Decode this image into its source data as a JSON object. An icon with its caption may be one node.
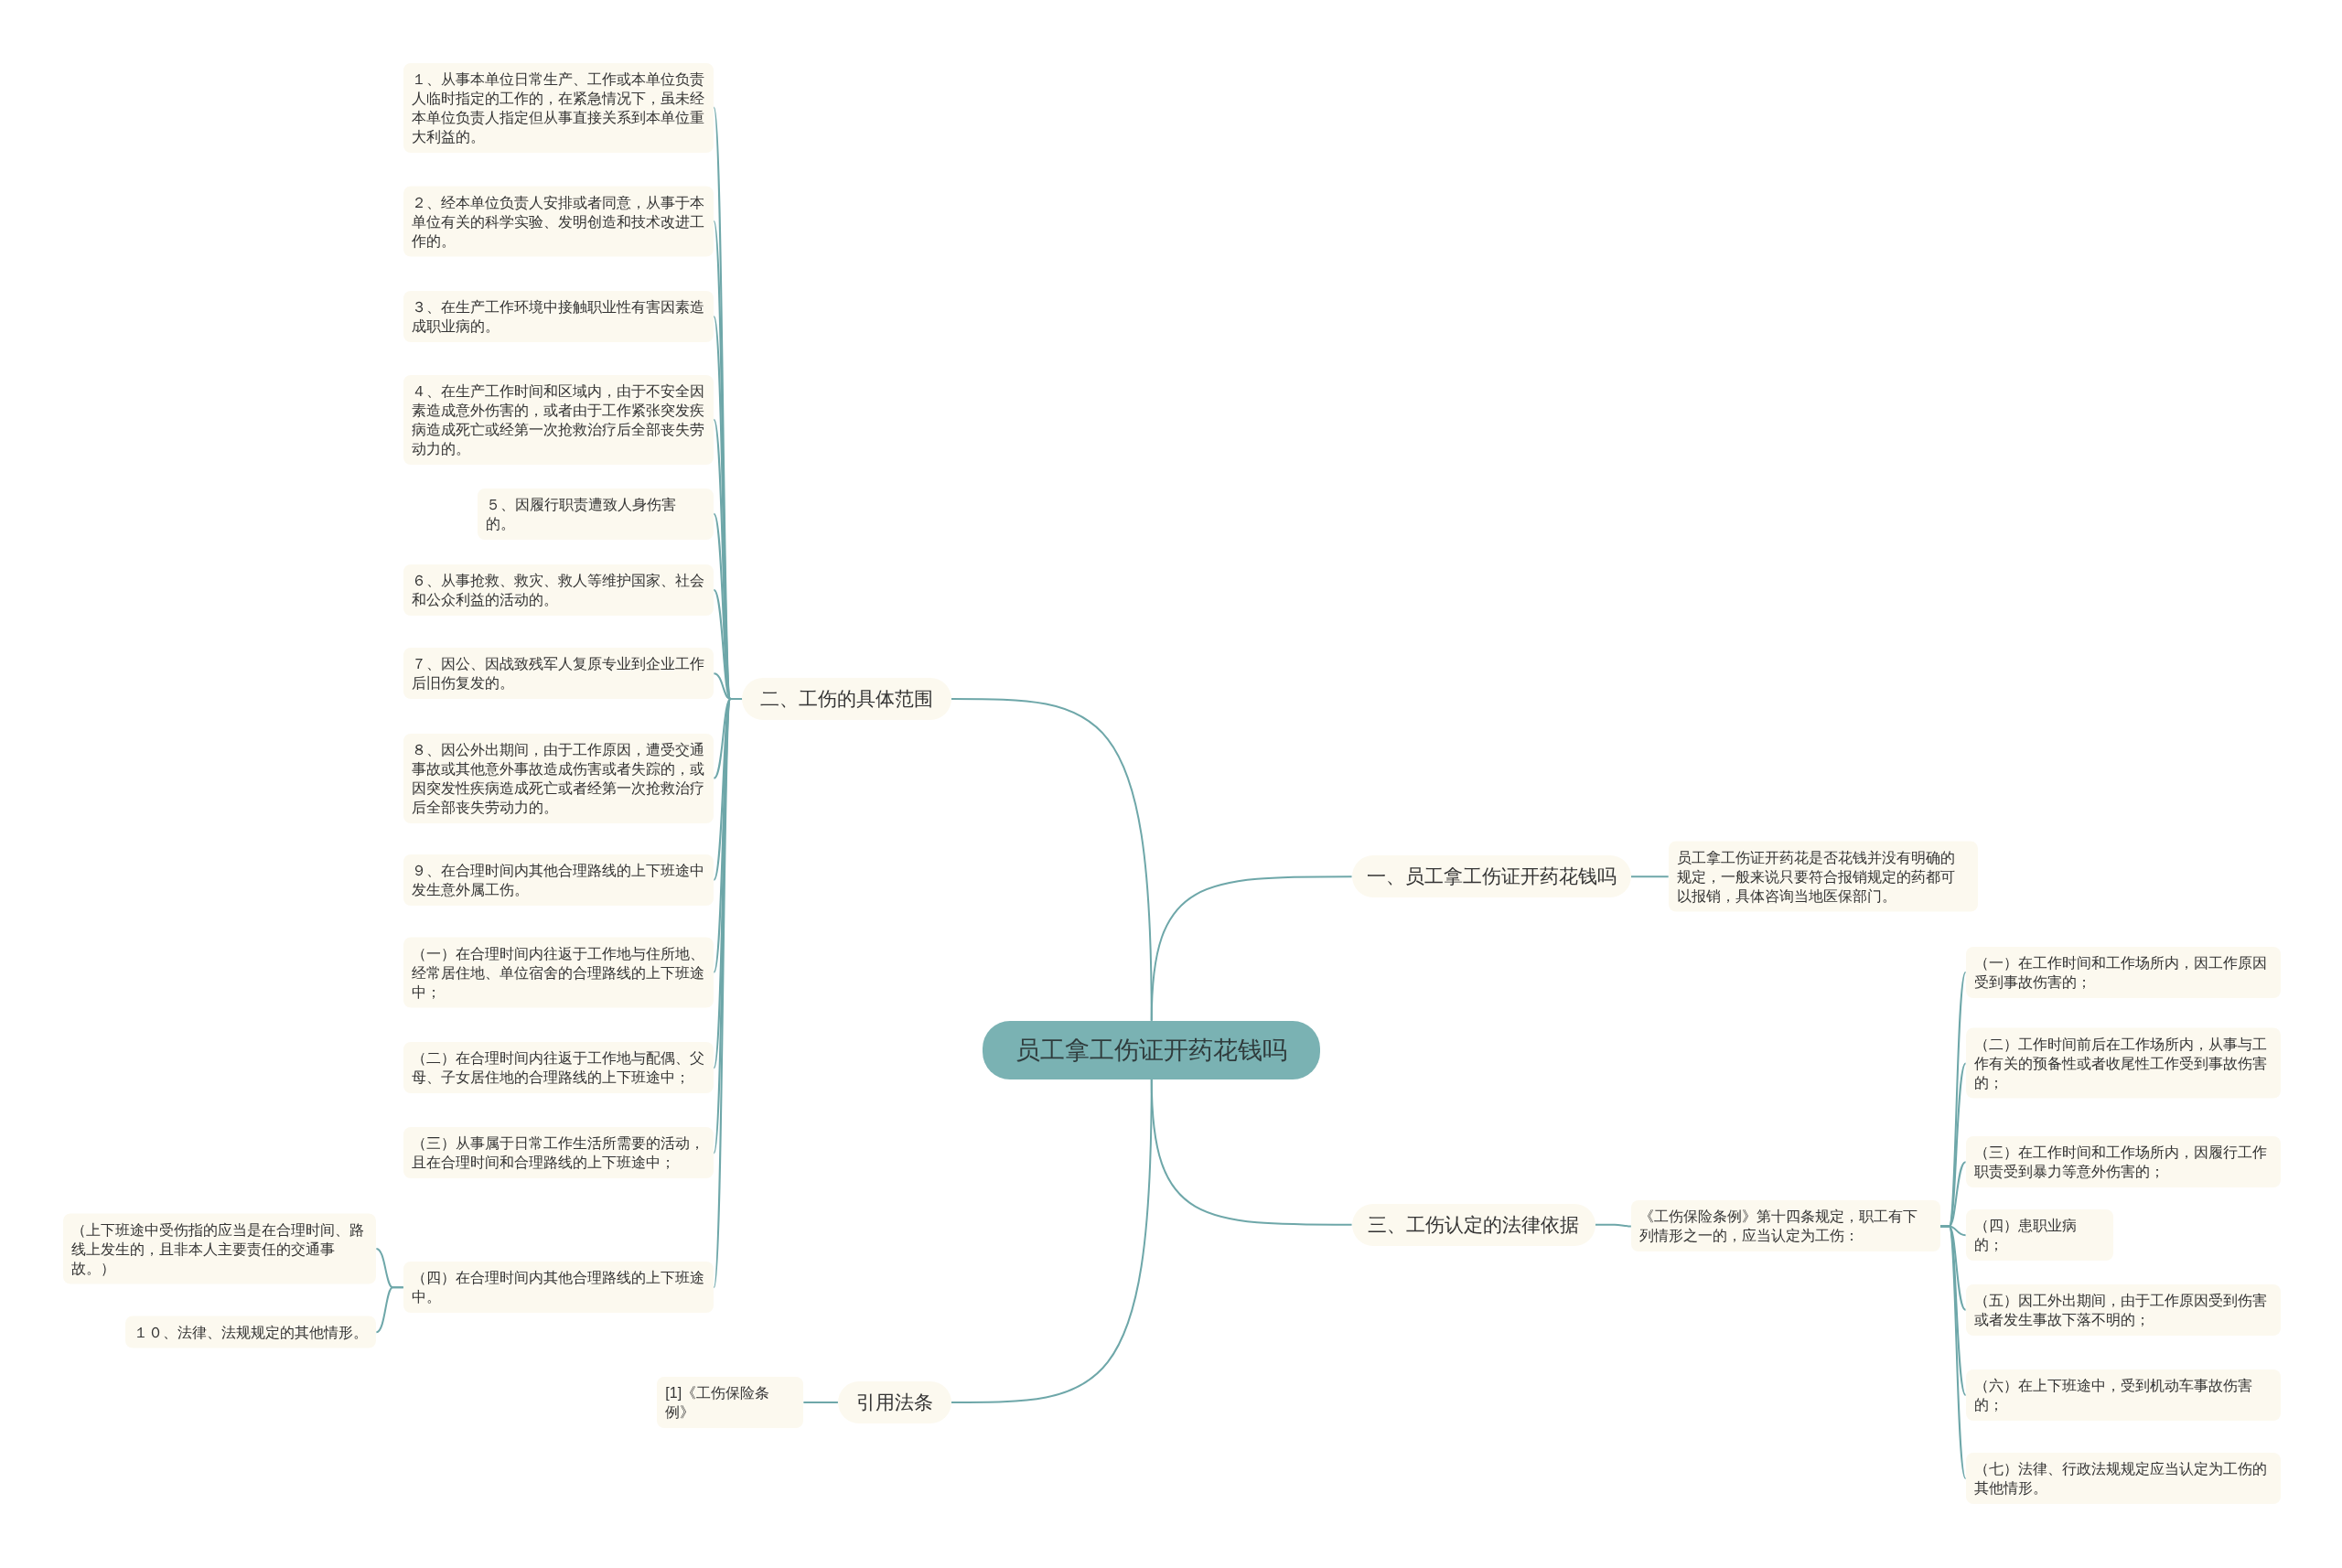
{
  "diagram": {
    "nodes": [
      {
        "text": [
          "员工拿工伤证开药花钱吗"
        ]
      },
      {
        "text": [
          "二、工伤的具体范围"
        ]
      },
      {
        "text": [
          "１、从事本单位日常生产、工作或本单位负责人临时指定的工作的，在紧急情况下，虽未经本单位负责人指定但从事直接关系到本单位重大利益的。"
        ]
      },
      {
        "text": [
          "２、经本单位负责人安排或者同意，从事于本单位有关的科学实验、发明创造和技术改进工作的。"
        ]
      },
      {
        "text": [
          "３、在生产工作环境中接触职业性有害因素造成职业病的。"
        ]
      },
      {
        "text": [
          "４、在生产工作时间和区域内，由于不安全因素造成意外伤害的，或者由于工作紧张突发疾病造成死亡或经第一次抢救治疗后全部丧失劳动力的。"
        ]
      },
      {
        "text": [
          "５、因履行职责遭致人身伤害的。"
        ]
      },
      {
        "text": [
          "６、从事抢救、救灾、救人等维护国家、社会和公众利益的活动的。"
        ]
      },
      {
        "text": [
          "７、因公、因战致残军人复原专业到企业工作后旧伤复发的。"
        ]
      },
      {
        "text": [
          "８、因公外出期间，由于工作原因，遭受交通事故或其他意外事故造成伤害或者失踪的，或因突发性疾病造成死亡或者经第一次抢救治疗后全部丧失劳动力的。"
        ]
      },
      {
        "text": [
          "９、在合理时间内其他合理路线的上下班途中发生意外属工伤。"
        ]
      },
      {
        "text": [
          "（一）在合理时间内往返于工作地与住所地、经常居住地、单位宿舍的合理路线的上下班途中；"
        ]
      },
      {
        "text": [
          "（二）在合理时间内往返于工作地与配偶、父母、子女居住地的合理路线的上下班途中；"
        ]
      },
      {
        "text": [
          "（三）从事属于日常工作生活所需要的活动，且在合理时间和合理路线的上下班途中；"
        ]
      },
      {
        "text": [
          "（四）在合理时间内其他合理路线的上下班途中。"
        ]
      },
      {
        "text": [
          "（上下班途中受伤指的应当是在合理时间、路线上发生的，且非本人主要责任的交通事故。）"
        ]
      },
      {
        "text": [
          "１０、法律、法规规定的其他情形。"
        ]
      },
      {
        "text": [
          "引用法条"
        ]
      },
      {
        "text": [
          "[1]《工伤保险条例》"
        ]
      },
      {
        "text": [
          "一、员工拿工伤证开药花钱吗"
        ]
      },
      {
        "text": [
          "员工拿工伤证开药花是否花钱并没有明确的规定，一般来说只要符合报销规定的药都可以报销，具体咨询当地医保部门。"
        ]
      },
      {
        "text": [
          "三、工伤认定的法律依据"
        ]
      },
      {
        "text": [
          "《工伤保险条例》第十四条规定，职工有下列情形之一的，应当认定为工伤："
        ]
      },
      {
        "text": [
          "（一）在工作时间和工作场所内，因工作原因受到事故伤害的；"
        ]
      },
      {
        "text": [
          "（二）工作时间前后在工作场所内，从事与工作有关的预备性或者收尾性工作受到事故伤害的；"
        ]
      },
      {
        "text": [
          "（三）在工作时间和工作场所内，因履行工作职责受到暴力等意外伤害的；"
        ]
      },
      {
        "text": [
          "（四）患职业病的；"
        ]
      },
      {
        "text": [
          "（五）因工外出期间，由于工作原因受到伤害或者发生事故下落不明的；"
        ]
      },
      {
        "text": [
          "（六）在上下班途中，受到机动车事故伤害的；"
        ]
      },
      {
        "text": [
          "（七）法律、行政法规规定应当认定为工伤的其他情形。"
        ]
      }
    ],
    "edges": [
      {
        "from": 0,
        "to": 1,
        "arrow": "none"
      },
      {
        "from": 1,
        "to": 2,
        "arrow": "none"
      },
      {
        "from": 1,
        "to": 3,
        "arrow": "none"
      },
      {
        "from": 1,
        "to": 4,
        "arrow": "none"
      },
      {
        "from": 1,
        "to": 5,
        "arrow": "none"
      },
      {
        "from": 1,
        "to": 6,
        "arrow": "none"
      },
      {
        "from": 1,
        "to": 7,
        "arrow": "none"
      },
      {
        "from": 1,
        "to": 8,
        "arrow": "none"
      },
      {
        "from": 1,
        "to": 9,
        "arrow": "none"
      },
      {
        "from": 1,
        "to": 10,
        "arrow": "none"
      },
      {
        "from": 1,
        "to": 11,
        "arrow": "none"
      },
      {
        "from": 1,
        "to": 12,
        "arrow": "none"
      },
      {
        "from": 1,
        "to": 13,
        "arrow": "none"
      },
      {
        "from": 1,
        "to": 14,
        "arrow": "none"
      },
      {
        "from": 14,
        "to": 15,
        "arrow": "none"
      },
      {
        "from": 14,
        "to": 16,
        "arrow": "none"
      },
      {
        "from": 0,
        "to": 17,
        "arrow": "none"
      },
      {
        "from": 17,
        "to": 18,
        "arrow": "none"
      },
      {
        "from": 0,
        "to": 19,
        "arrow": "none"
      },
      {
        "from": 19,
        "to": 20,
        "arrow": "none"
      },
      {
        "from": 0,
        "to": 21,
        "arrow": "none"
      },
      {
        "from": 21,
        "to": 22,
        "arrow": "none"
      },
      {
        "from": 22,
        "to": 23,
        "arrow": "none"
      },
      {
        "from": 22,
        "to": 24,
        "arrow": "none"
      },
      {
        "from": 22,
        "to": 25,
        "arrow": "none"
      },
      {
        "from": 22,
        "to": 26,
        "arrow": "none"
      },
      {
        "from": 22,
        "to": 27,
        "arrow": "none"
      },
      {
        "from": 22,
        "to": 28,
        "arrow": "none"
      },
      {
        "from": 22,
        "to": 29,
        "arrow": "none"
      }
    ]
  }
}
